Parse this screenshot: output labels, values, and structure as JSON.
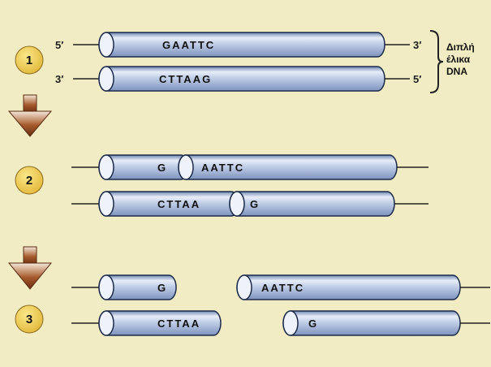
{
  "colors": {
    "background": "#f1ecc3",
    "tube_fill": "#aebfdc",
    "tube_highlight": "#e8eef8",
    "tube_shadow": "#6f86b2",
    "step_circle": "#f2d25c",
    "arrow": "#7a3a1c"
  },
  "steps": [
    {
      "number": "1",
      "strands": [
        {
          "left_label": "5′",
          "right_label": "3′",
          "segments": [
            {
              "text": "GAATTC"
            }
          ]
        },
        {
          "left_label": "3′",
          "right_label": "5′",
          "segments": [
            {
              "text": "CTTAAG"
            }
          ]
        }
      ]
    },
    {
      "number": "2",
      "strands": [
        {
          "segments": [
            {
              "text": "G"
            },
            {
              "text": "AATTC"
            }
          ]
        },
        {
          "segments": [
            {
              "text": "CTTAA"
            },
            {
              "text": "G"
            }
          ]
        }
      ]
    },
    {
      "number": "3",
      "strands": [
        {
          "segments": [
            {
              "text": "G"
            },
            {
              "text": "AATTC"
            }
          ]
        },
        {
          "segments": [
            {
              "text": "CTTAA"
            },
            {
              "text": "G"
            }
          ]
        }
      ]
    }
  ],
  "caption": {
    "line1": "Διπλή",
    "line2": "έλικα",
    "line3": "DNA"
  },
  "arrow_icons": [
    "down-arrow-icon",
    "down-arrow-icon"
  ]
}
